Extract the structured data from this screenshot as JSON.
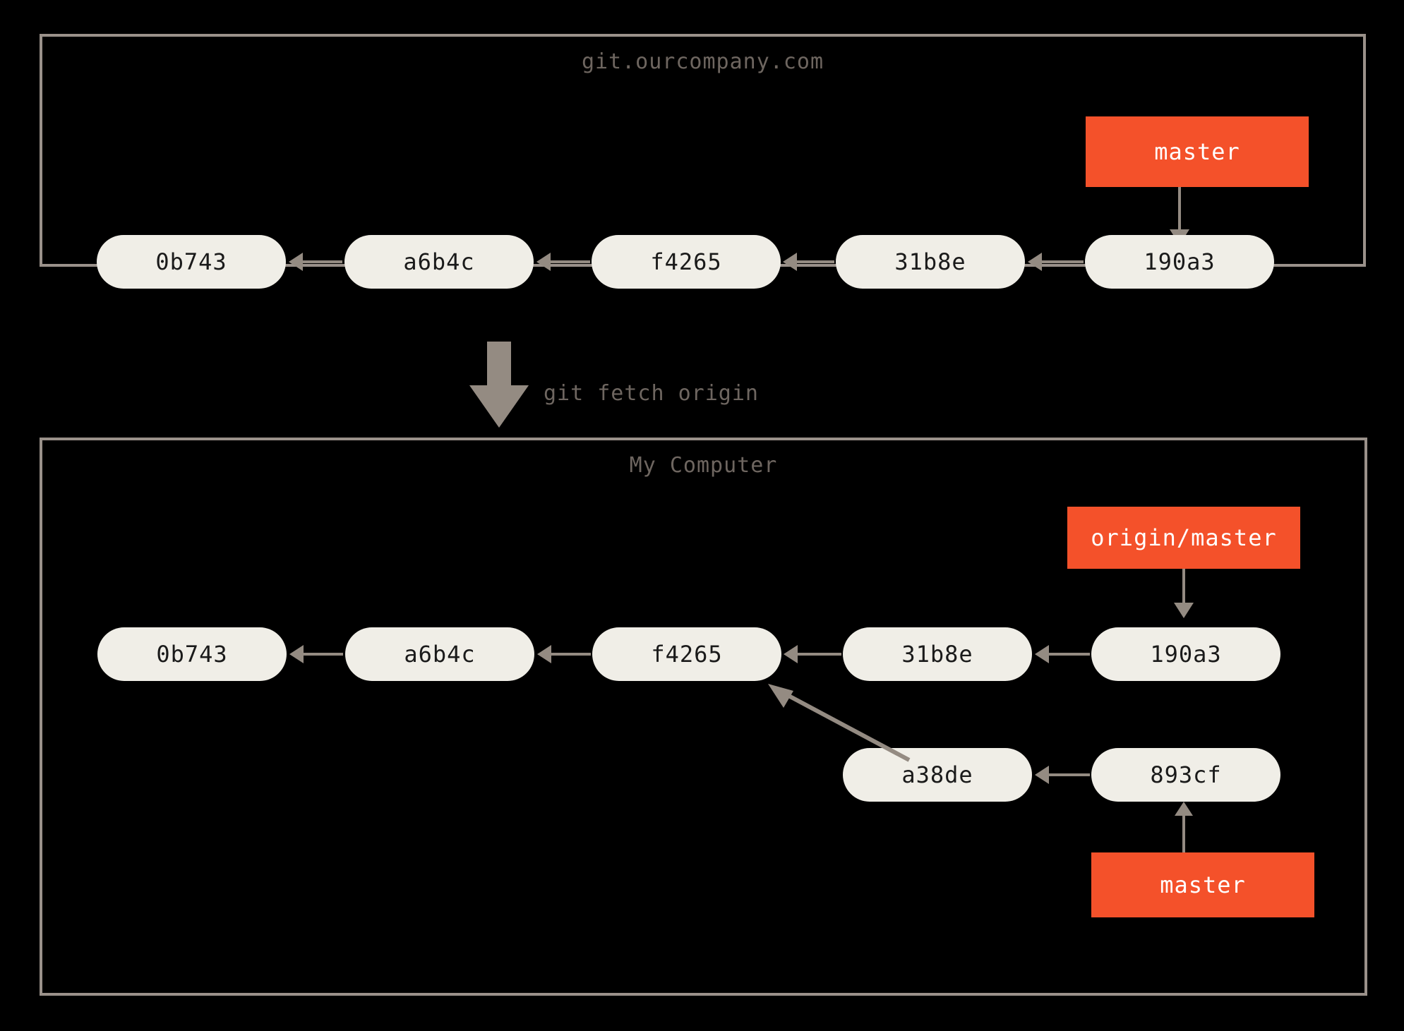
{
  "diagram": {
    "title": "git fetch origin",
    "background_color": "#000000",
    "commit_color": "#f0eee7",
    "branch_color": "#f4512a",
    "arrow_color": "#948b82",
    "border_color": "#9a918a",
    "label_text_color": "#6e6660"
  },
  "remote_host": {
    "title": "git.ourcompany.com",
    "commits": [
      {
        "id": "0b743"
      },
      {
        "id": "a6b4c"
      },
      {
        "id": "f4265"
      },
      {
        "id": "31b8e"
      },
      {
        "id": "190a3"
      }
    ],
    "branches": [
      {
        "label": "master",
        "points_to": "190a3"
      }
    ]
  },
  "transition": {
    "command": "git fetch origin"
  },
  "local_host": {
    "title": "My Computer",
    "commits": [
      {
        "id": "0b743"
      },
      {
        "id": "a6b4c"
      },
      {
        "id": "f4265"
      },
      {
        "id": "31b8e"
      },
      {
        "id": "190a3"
      },
      {
        "id": "a38de"
      },
      {
        "id": "893cf"
      }
    ],
    "branches": [
      {
        "label": "origin/master",
        "points_to": "190a3"
      },
      {
        "label": "master",
        "points_to": "893cf"
      }
    ]
  }
}
